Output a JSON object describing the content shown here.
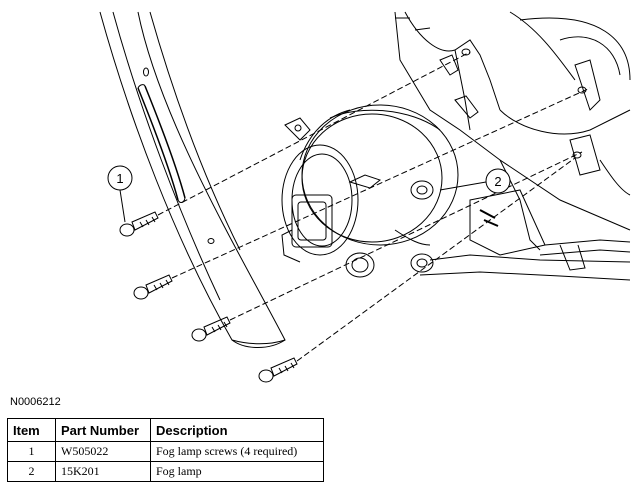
{
  "figure": {
    "id": "N0006212",
    "callouts": [
      "1",
      "2"
    ]
  },
  "parts_table": {
    "headers": [
      "Item",
      "Part Number",
      "Description"
    ],
    "rows": [
      {
        "item": "1",
        "part_number": "W505022",
        "description": "Fog lamp screws (4 required)"
      },
      {
        "item": "2",
        "part_number": "15K201",
        "description": "Fog lamp"
      }
    ]
  },
  "colors": {
    "line": "#000000",
    "background": "#ffffff"
  }
}
